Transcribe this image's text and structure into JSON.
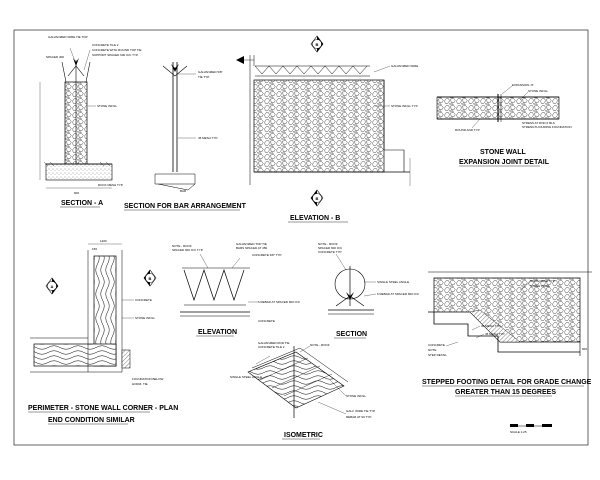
{
  "titles": {
    "section_a": "SECTION - A",
    "section_bar": "SECTION FOR BAR ARRANGEMENT",
    "elevation_b": "ELEVATION - B",
    "stone_wall_1": "STONE WALL",
    "stone_wall_2": "EXPANSION JOINT DETAIL",
    "perimeter_1": "PERIMETER - STONE WALL CORNER - PLAN",
    "perimeter_2": "END CONDITION SIMILAR",
    "elevation": "ELEVATION",
    "section": "SECTION",
    "isometric": "ISOMETRIC",
    "stepped_1": "STEPPED FOOTING DETAIL FOR GRADE CHANGE",
    "stepped_2": "GREATER THAN 15 DEGREES"
  },
  "section_markers": {
    "a": "A",
    "b": "B"
  },
  "annotations": {
    "sec_a_1": "GALVANIZED WIRE TIE TOP",
    "sec_a_2": "CONCRETE TILE 2",
    "sec_a_3": "CONCRETE WITH ROUND TOP TIE",
    "sec_a_4": "SUPPORT SPACED 600 O/C TYP.",
    "sec_a_5": "SPACED 400",
    "sec_a_6": "STONE INFILL",
    "sec_a_7": "600",
    "sec_a_8": "ROCK MESH TYP.",
    "sec_bar_1": "GALVANIZED 5/8\"",
    "sec_bar_2": "TIE TYP.",
    "sec_bar_3": "45 MESH TYP.",
    "sec_bar_4": "BAR",
    "elev_b_1": "GALVANIZED WIRE",
    "elev_b_2": "STONE INFILL TYP.",
    "exp_1": "EXPANSION JT.",
    "exp_2": "STONE INFILL",
    "exp_3": "ROUND AND TYP.",
    "exp_4": "STRESS AT ROD 6 BLS",
    "exp_5": "STRENGTH DURING FOUNDATION",
    "per_1": "1200",
    "per_2": "150",
    "per_3": "CONCRETE",
    "per_4": "STONE INFILL",
    "per_5": "FOUNDATION BELOW",
    "per_6": "HORIZ. TIE",
    "el_1": "NOTE - ROOF",
    "el_2": "SPACED 600 O/C TYP.",
    "el_3": "GALVANIZED TOP TIE",
    "el_4": "BARS SPACED AT 450",
    "el_5": "CONCRETE 3/8\" TYP.",
    "el_6": "6 REBAR AT SPACED 600 O/C",
    "el_7": "CONCRETE",
    "sec_1": "NOTE - ROOF",
    "sec_2": "SPACED 600 O/C",
    "sec_3": "CONCRETE TYP.",
    "sec_4": "SINGLE STEEL ANGLE",
    "sec_5": "6 REBAR AT SPACED 600 O/C",
    "iso_1": "GALVANIZED ROD TIE",
    "iso_2": "CONCRETE TILE 2",
    "iso_3": "NOTE - ROOF",
    "iso_4": "SINGLE STEEL ANGLE",
    "iso_5": "STONE INFILL",
    "iso_6": "GALV. WIRE TIE TYP.",
    "iso_7": "REBAR AT 90 TYP.",
    "step_1": "ROCK MESH TYP.",
    "step_2": "STONE INFILL",
    "step_3": "45 MESH TYP.",
    "step_4": "45 MESH TYP.",
    "step_5": "CONCRETE",
    "step_6": "NOTE",
    "step_7": "600",
    "step_8": "STEP DETAIL"
  },
  "scale_bar": {
    "label": "SCALE 1:25"
  }
}
